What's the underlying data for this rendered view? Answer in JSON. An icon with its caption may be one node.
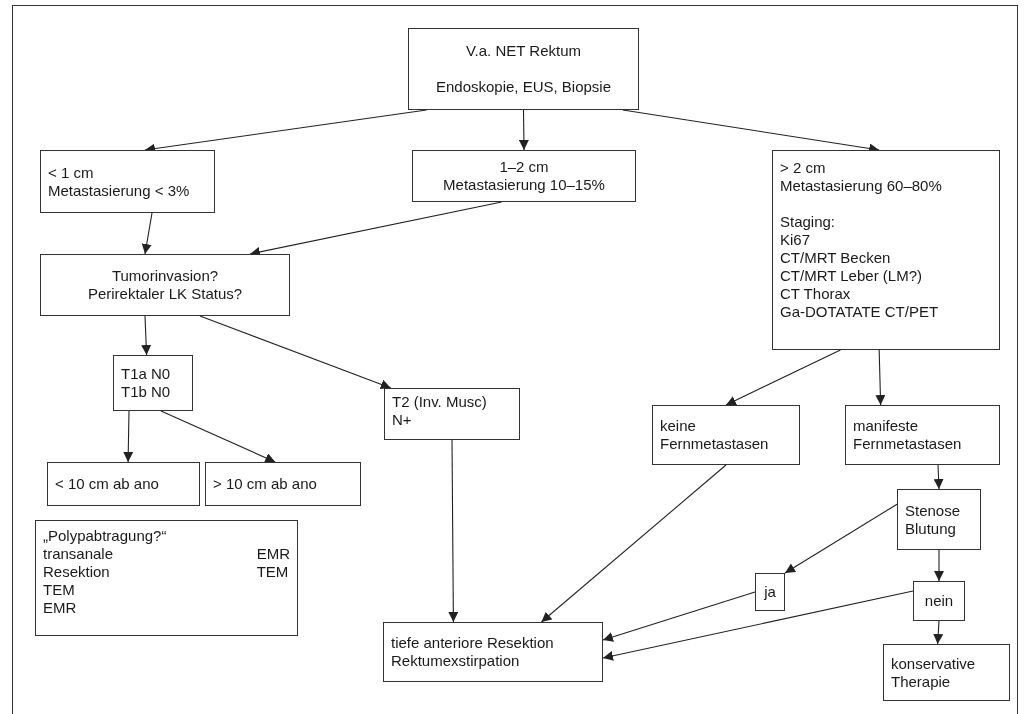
{
  "diagram": {
    "nodes": [
      {
        "text": [
          "V.a. NET Rektum",
          "Endoskopie, EUS, Biopsie"
        ]
      },
      {
        "text": [
          "< 1 cm",
          "Metastasierung < 3%"
        ]
      },
      {
        "text": [
          "1–2 cm",
          "Metastasierung 10–15%"
        ]
      },
      {
        "text": [
          "> 2 cm",
          "Metastasierung 60–80%",
          "Staging:",
          "Ki67",
          "CT/MRT Becken",
          "CT/MRT Leber (LM?)",
          "CT Thorax",
          "Ga-DOTATATE CT/PET"
        ]
      },
      {
        "text": [
          "Tumorinvasion?",
          "Perirektaler LK Status?"
        ]
      },
      {
        "text": [
          "T1a N0",
          "T1b N0"
        ]
      },
      {
        "text": [
          "T2 (Inv. Musc)",
          "N+"
        ]
      },
      {
        "text": [
          "< 10 cm ab ano"
        ]
      },
      {
        "text": [
          "> 10 cm ab ano"
        ]
      },
      {
        "text": [
          "„Polypabtragung?“",
          "transanale Resektion",
          "EMR",
          "TEM",
          "TEM",
          "EMR"
        ]
      },
      {
        "text": [
          "keine Fernmetastasen"
        ]
      },
      {
        "text": [
          "manifeste Fernmetastasen"
        ]
      },
      {
        "text": [
          "Stenose Blutung"
        ]
      },
      {
        "text": [
          "ja"
        ]
      },
      {
        "text": [
          "nein"
        ]
      },
      {
        "text": [
          "konservative Therapie"
        ]
      },
      {
        "text": [
          "tiefe anteriore Resektion",
          "Rektumexstirpation"
        ]
      }
    ],
    "edges": [
      {
        "from": 0,
        "to": 1,
        "arrow": "to"
      },
      {
        "from": 0,
        "to": 2,
        "arrow": "to"
      },
      {
        "from": 0,
        "to": 3,
        "arrow": "to"
      },
      {
        "from": 1,
        "to": 4,
        "arrow": "to"
      },
      {
        "from": 2,
        "to": 4,
        "arrow": "to"
      },
      {
        "from": 4,
        "to": 5,
        "arrow": "to"
      },
      {
        "from": 4,
        "to": 6,
        "arrow": "to"
      },
      {
        "from": 5,
        "to": 7,
        "arrow": "to"
      },
      {
        "from": 5,
        "to": 8,
        "arrow": "to"
      },
      {
        "from": 6,
        "to": 16,
        "arrow": "to"
      },
      {
        "from": 3,
        "to": 10,
        "arrow": "to"
      },
      {
        "from": 3,
        "to": 11,
        "arrow": "to"
      },
      {
        "from": 11,
        "to": 12,
        "arrow": "to"
      },
      {
        "from": 10,
        "to": 16,
        "arrow": "to"
      },
      {
        "from": 12,
        "to": 13,
        "arrow": "to"
      },
      {
        "from": 12,
        "to": 14,
        "arrow": "to"
      },
      {
        "from": 13,
        "to": 16,
        "arrow": "to"
      },
      {
        "from": 14,
        "to": 16,
        "arrow": "to"
      },
      {
        "from": 14,
        "to": 15,
        "arrow": "to"
      }
    ]
  }
}
